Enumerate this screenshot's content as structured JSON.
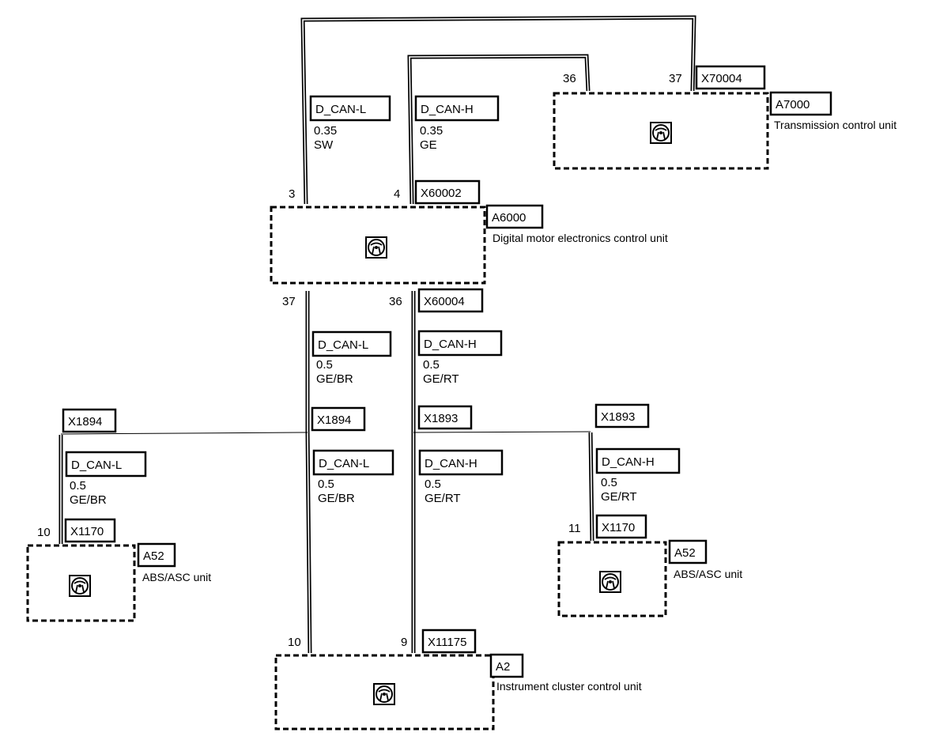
{
  "units": {
    "transmission": {
      "code": "A7000",
      "desc": "Transmission control unit"
    },
    "dme": {
      "code": "A6000",
      "desc": "Digital motor electronics control unit"
    },
    "abs_left": {
      "code": "A52",
      "desc": "ABS/ASC unit"
    },
    "abs_right": {
      "code": "A52",
      "desc": "ABS/ASC unit"
    },
    "cluster": {
      "code": "A2",
      "desc": "Instrument cluster control unit"
    }
  },
  "connectors": {
    "x70004": "X70004",
    "x60002": "X60002",
    "x60004": "X60004",
    "x1894_left": "X1894",
    "x1894_mid": "X1894",
    "x1893_mid": "X1893",
    "x1893_right": "X1893",
    "x1170_left": "X1170",
    "x1170_right": "X1170",
    "x11175": "X11175"
  },
  "pins": {
    "trans_36": "36",
    "trans_37": "37",
    "dme_3": "3",
    "dme_4": "4",
    "dme_37": "37",
    "dme_36": "36",
    "abs_left_10": "10",
    "abs_right_11": "11",
    "cluster_10": "10",
    "cluster_9": "9"
  },
  "wires": {
    "top_l": {
      "signal": "D_CAN-L",
      "gauge": "0.35",
      "color": "SW"
    },
    "top_h": {
      "signal": "D_CAN-H",
      "gauge": "0.35",
      "color": "GE"
    },
    "mid_l": {
      "signal": "D_CAN-L",
      "gauge": "0.5",
      "color": "GE/BR"
    },
    "mid_h": {
      "signal": "D_CAN-H",
      "gauge": "0.5",
      "color": "GE/RT"
    },
    "left_l": {
      "signal": "D_CAN-L",
      "gauge": "0.5",
      "color": "GE/BR"
    },
    "low_l": {
      "signal": "D_CAN-L",
      "gauge": "0.5",
      "color": "GE/BR"
    },
    "low_h": {
      "signal": "D_CAN-H",
      "gauge": "0.5",
      "color": "GE/RT"
    },
    "right_h": {
      "signal": "D_CAN-H",
      "gauge": "0.5",
      "color": "GE/RT"
    }
  },
  "icons": {
    "control_unit": "steering-wheel-icon"
  }
}
